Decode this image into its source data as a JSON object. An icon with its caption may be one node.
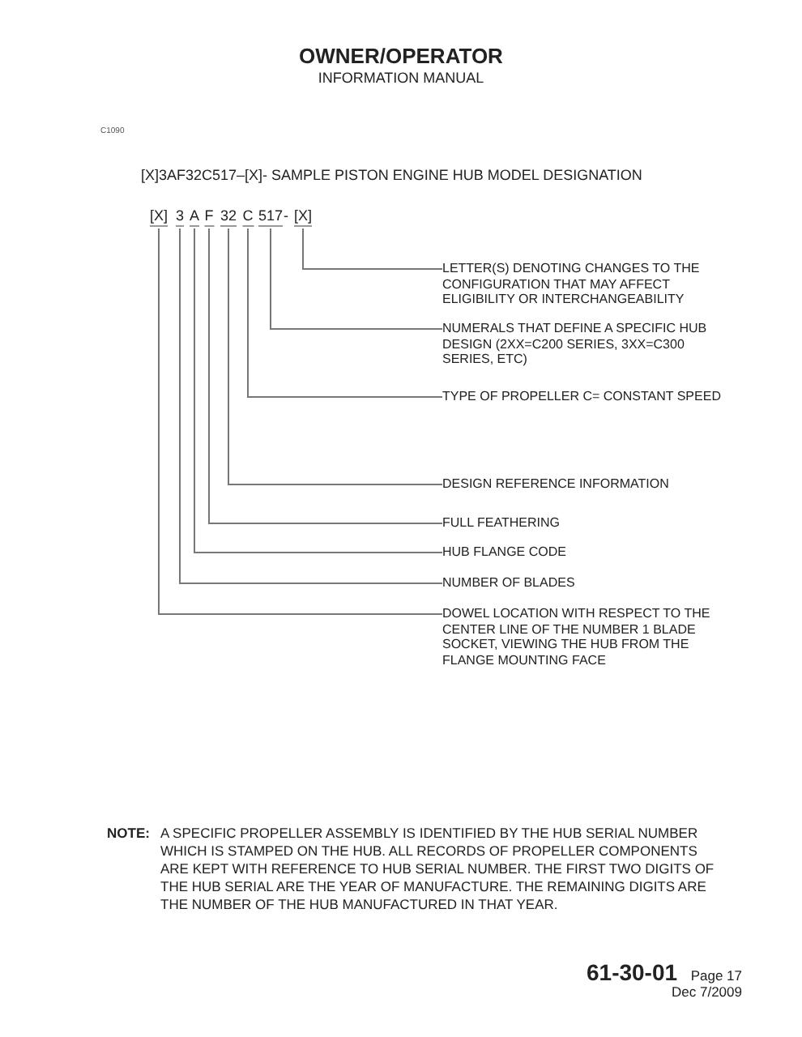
{
  "diagram": {
    "title": "[X]3AF32C517–[X]- SAMPLE PISTON ENGINE HUB MODEL DESIGNATION",
    "nodes": [
      {
        "text": [
          "[X]"
        ]
      },
      {
        "text": [
          "3"
        ]
      },
      {
        "text": [
          "A"
        ]
      },
      {
        "text": [
          "F"
        ]
      },
      {
        "text": [
          "32"
        ]
      },
      {
        "text": [
          "C"
        ]
      },
      {
        "text": [
          "517"
        ]
      },
      {
        "text": [
          "[X]"
        ]
      },
      {
        "text": [
          "LETTER(S) DENOTING CHANGES TO THE CONFIGURATION THAT MAY AFFECT ELIGIBILITY OR INTERCHANGEABILITY"
        ]
      },
      {
        "text": [
          "NUMERALS THAT DEFINE A SPECIFIC HUB DESIGN (2XX=C200 SERIES, 3XX=C300 SERIES, ETC)"
        ]
      },
      {
        "text": [
          "TYPE OF PROPELLER C= CONSTANT SPEED"
        ]
      },
      {
        "text": [
          "DESIGN REFERENCE INFORMATION"
        ]
      },
      {
        "text": [
          "FULL FEATHERING"
        ]
      },
      {
        "text": [
          "HUB FLANGE CODE"
        ]
      },
      {
        "text": [
          "NUMBER OF BLADES"
        ]
      },
      {
        "text": [
          "DOWEL LOCATION WITH RESPECT TO THE CENTER LINE OF THE NUMBER 1 BLADE SOCKET, VIEWING THE HUB FROM THE FLANGE MOUNTING FACE"
        ]
      }
    ],
    "edges": [
      {
        "from": 8,
        "to": 7,
        "arrow": "none"
      },
      {
        "from": 9,
        "to": 6,
        "arrow": "none"
      },
      {
        "from": 10,
        "to": 5,
        "arrow": "none"
      },
      {
        "from": 11,
        "to": 4,
        "arrow": "none"
      },
      {
        "from": 12,
        "to": 3,
        "arrow": "none"
      },
      {
        "from": 13,
        "to": 2,
        "arrow": "none"
      },
      {
        "from": 14,
        "to": 1,
        "arrow": "none"
      },
      {
        "from": 15,
        "to": 0,
        "arrow": "none"
      }
    ],
    "labels": [
      "OWNER/OPERATOR",
      "INFORMATION MANUAL",
      "C1090",
      "-",
      "NOTE:",
      "A SPECIFIC PROPELLER ASSEMBLY IS IDENTIFIED BY THE HUB SERIAL NUMBER WHICH IS STAMPED ON THE HUB. ALL RECORDS OF PROPELLER COMPONENTS ARE KEPT WITH REFERENCE TO HUB SERIAL NUMBER. THE FIRST TWO DIGITS OF THE HUB SERIAL ARE THE YEAR OF MANUFACTURE. THE REMAINING DIGITS ARE THE NUMBER OF THE HUB MANUFACTURED IN THAT YEAR.",
      "61-30-01",
      "Page 17",
      "Dec 7/2009"
    ]
  }
}
